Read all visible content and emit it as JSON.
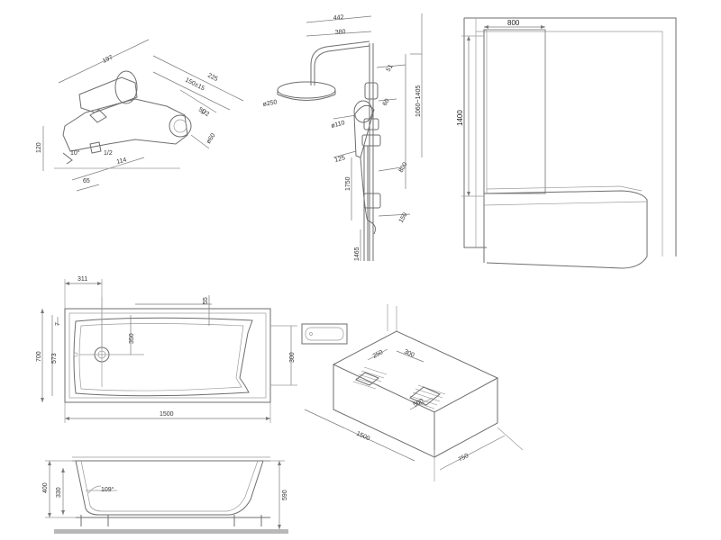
{
  "faucet": {
    "d197": "197",
    "d225": "225",
    "d150": "150±15",
    "d50": "50",
    "d10": "10°",
    "d12a": "1/2",
    "d12b": "1/2",
    "d114": "114",
    "d65": "65",
    "d120": "120",
    "d60": "ø60"
  },
  "shower": {
    "d442": "442",
    "d380": "380",
    "d250": "ø250",
    "d51": "51",
    "d60": "60",
    "d1060": "1060~1405",
    "d110": "ø110",
    "d125": "125",
    "d800": "800",
    "d1750": "1750",
    "d150": "150",
    "d1465": "1465"
  },
  "screen": {
    "width": "800",
    "height": "1400"
  },
  "plan": {
    "d311": "311",
    "d55": "55",
    "d7": "7",
    "d573": "573",
    "d700": "700",
    "d350": "350",
    "d300": "300",
    "d1500": "1500"
  },
  "iso": {
    "d250": "250",
    "d300": "300",
    "d500": "500",
    "d1500": "1500",
    "d750": "750"
  },
  "side": {
    "d400": "400",
    "d330": "330",
    "d109": "109°",
    "d590": "590"
  }
}
